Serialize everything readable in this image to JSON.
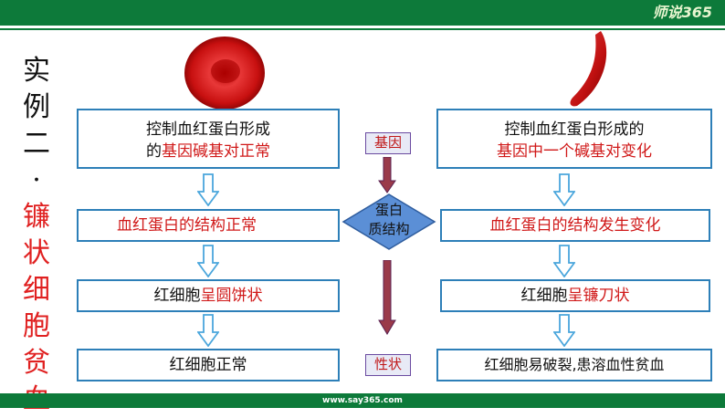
{
  "brand": "师说365",
  "footer_url": "www.say365.com",
  "side_title": {
    "black": [
      "实",
      "例",
      "二",
      "·"
    ],
    "red": [
      "镰",
      "状",
      "细",
      "胞",
      "贫",
      "血"
    ]
  },
  "left_col": {
    "box1_line1": "控制血红蛋白形成",
    "box1_line2_prefix": "的",
    "box1_line2_red": "基因碱基对正常",
    "box2": "血红蛋白的结构正常",
    "box3_prefix": "红细胞",
    "box3_red": "呈圆饼状",
    "box4": "红细胞正常"
  },
  "middle": {
    "gene": "基因",
    "protein_line1": "蛋白",
    "protein_line2": "质结构",
    "trait": "性状"
  },
  "right_col": {
    "box1_line1": "控制血红蛋白形成的",
    "box1_line2_red": "基因中一个碱基对变化",
    "box2": "血红蛋白的结构发生变化",
    "box3_prefix": "红细胞",
    "box3_red": "呈镰刀状",
    "box4": "红细胞易破裂,患溶血性贫血"
  }
}
